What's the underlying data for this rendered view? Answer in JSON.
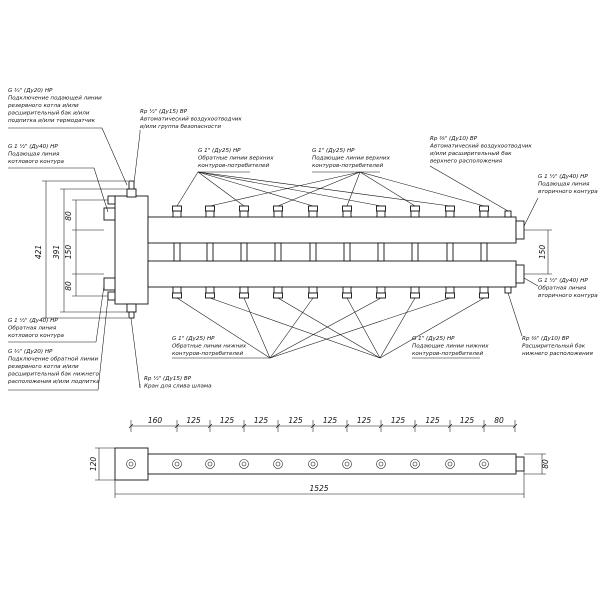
{
  "labels": {
    "tl_a": [
      "G ¾\" (Ду20) НР",
      "Подключение подающей линии",
      "резервного котла и/или",
      "расширительный бак и/или",
      "подпитка и/или термодатчик"
    ],
    "tl_b": [
      "G 1 ½\" (Ду40) НР",
      "Подающая линия",
      "котлового контура"
    ],
    "tc_a": [
      "Rp ½\" (Ду15) ВР",
      "Автоматический воздухоотводчик",
      "и/или группа безопасности"
    ],
    "tc_b": [
      "G 1\" (Ду25) НР",
      "Обратные линии верхних",
      "контуров-потребителей"
    ],
    "tc_c": [
      "G 1\" (Ду25) НР",
      "Подающие линии верхних",
      "контуров-потребителей"
    ],
    "tr_a": [
      "Rp ⅜\" (Ду10) ВР",
      "Автоматический воздухоотводчик",
      "и/или расширительный бак",
      "верхнего расположения"
    ],
    "tr_b": [
      "G 1 ½\" (Ду40) НР",
      "Подающая линия",
      "вторичного контура"
    ],
    "mr": [
      "G 1 ½\" (Ду40) НР",
      "Обратная линия",
      "вторичного контура"
    ],
    "ml": [
      "G 1 ½\" (Ду40) НР",
      "Обратная линия",
      "котлового контура"
    ],
    "bl": [
      "G ¾\" (Ду20) НР",
      "Подключение обратной линии",
      "резервного котла и/или",
      "расширительный бак нижнего",
      "расположения и/или подпитка"
    ],
    "bc_a": [
      "Rp ½\" (Ду15) ВР",
      "Кран для слива шлама"
    ],
    "bc_b": [
      "G 1\" (Ду25) НР",
      "Обратные линии нижних",
      "контуров-потребителей"
    ],
    "bc_c": [
      "G 1\" (Ду25) НР",
      "Подающие линии нижних",
      "контуров-потребителей"
    ],
    "br": [
      "Rp ⅜\" (Ду10) ВР",
      "Расширительный бак",
      "нижнего расположения"
    ]
  },
  "dims": {
    "h_total": "421",
    "h_inner": "391",
    "h_80_top": "80",
    "h_150": "150",
    "h_80_bot": "80",
    "h_right": "150",
    "plan_160": "160",
    "plan_125": [
      "125",
      "125",
      "125",
      "125",
      "125",
      "125",
      "125",
      "125",
      "125"
    ],
    "plan_80": "80",
    "plan_total": "1525",
    "plan_120": "120",
    "plan_80_right": "80"
  }
}
